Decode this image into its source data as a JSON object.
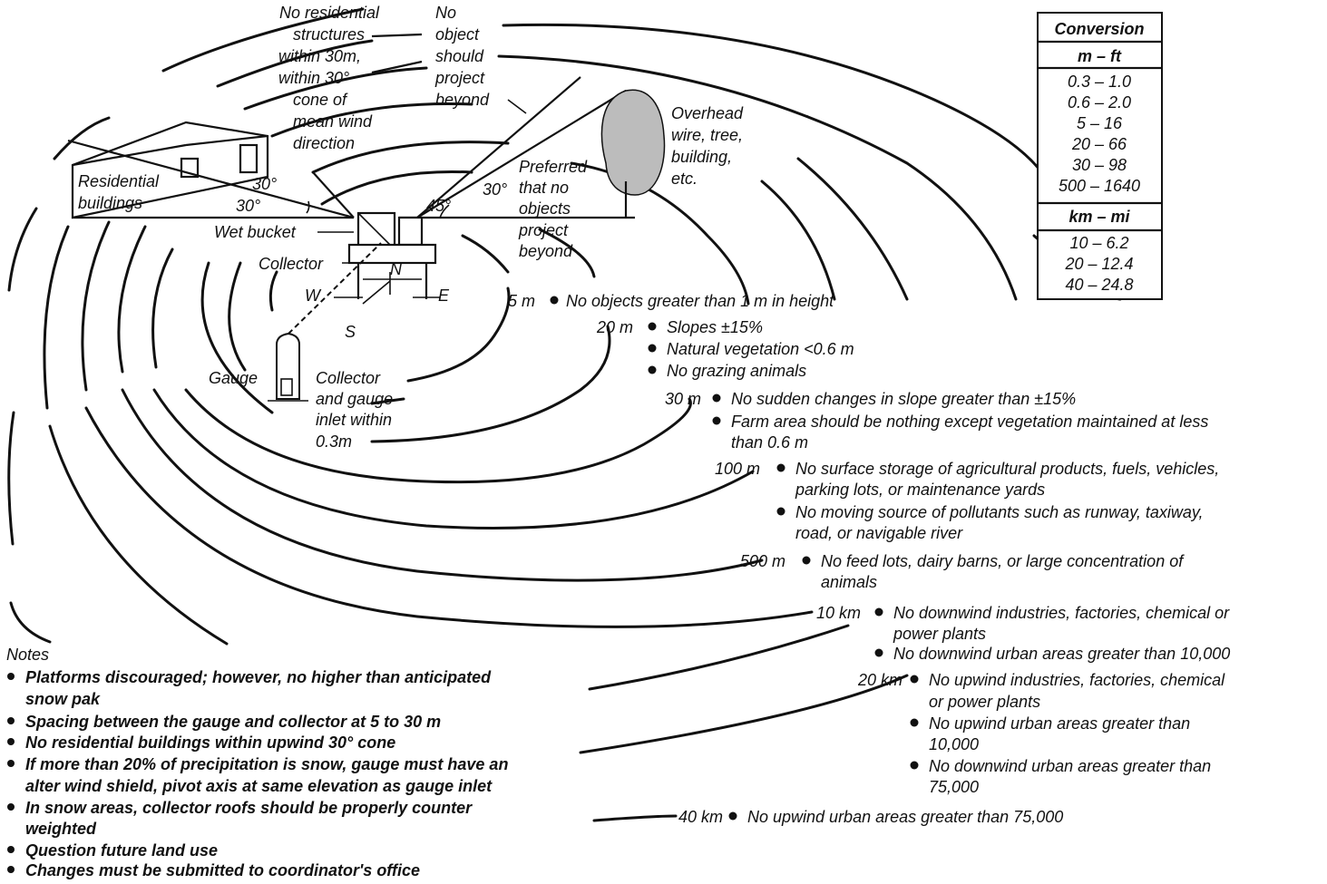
{
  "diagram": {
    "callouts": {
      "no_residential": [
        "No residential",
        "structures",
        "within 30m,",
        "within 30°",
        "cone of",
        "mean wind",
        "direction"
      ],
      "no_object": [
        "No",
        "object",
        "should",
        "project",
        "beyond"
      ],
      "overhead": [
        "Overhead",
        "wire, tree,",
        "building,",
        "etc."
      ],
      "preferred": [
        "Preferred",
        "that no",
        "objects",
        "project",
        "beyond"
      ],
      "residential": [
        "Residential",
        "buildings"
      ],
      "angle_30_a": "30°",
      "angle_30_b": "30°",
      "angle_30_c": "30°",
      "angle_45": "45°",
      "wet_bucket": "Wet bucket",
      "collector": "Collector",
      "compass_n": "N",
      "compass_w": "W",
      "compass_e": "E",
      "compass_s": "S",
      "gauge": "Gauge",
      "collector_gauge": [
        "Collector",
        "and gauge",
        "inlet within",
        "0.3m"
      ]
    },
    "zones": [
      {
        "distance": "5 m",
        "items": [
          "No objects greater than 1 m in height"
        ]
      },
      {
        "distance": "20 m",
        "items": [
          "Slopes ±15%",
          "Natural vegetation <0.6 m",
          "No grazing animals"
        ]
      },
      {
        "distance": "30 m",
        "items": [
          "No sudden changes in slope greater than ±15%",
          "Farm area should be nothing except vegetation maintained at less",
          "than 0.6 m"
        ]
      },
      {
        "distance": "100 m",
        "items": [
          "No surface storage of agricultural products, fuels, vehicles,",
          "parking lots, or maintenance yards",
          "No moving source of pollutants such as runway, taxiway,",
          "road, or navigable river"
        ]
      },
      {
        "distance": "500 m",
        "items": [
          "No feed lots, dairy barns, or large concentration of",
          "animals"
        ]
      },
      {
        "distance": "10 km",
        "items": [
          "No downwind industries, factories, chemical or",
          "power plants",
          "No downwind urban areas greater than 10,000"
        ]
      },
      {
        "distance": "20 km",
        "items": [
          "No upwind industries, factories, chemical",
          "or power plants",
          "No upwind urban areas greater than",
          "10,000",
          "No downwind urban areas greater than",
          "75,000"
        ]
      },
      {
        "distance": "40 km",
        "items": [
          "No upwind urban areas greater than 75,000"
        ]
      }
    ],
    "notes": {
      "title": "Notes",
      "lines": [
        "Platforms discouraged; however, no higher than anticipated",
        "snow pak",
        "Spacing between the gauge and collector at 5 to 30 m",
        "No residential buildings within upwind 30°  cone",
        "If more than 20% of precipitation is snow, gauge must have an",
        "alter wind shield, pivot axis at same elevation as gauge inlet",
        "In snow areas, collector roofs should be properly counter",
        "weighted",
        "Question future land use",
        "Changes must be submitted to coordinator's office"
      ]
    },
    "conversion": {
      "title": "Conversion",
      "m_ft_header": "m – ft",
      "m_ft_rows": [
        "0.3 – 1.0",
        "0.6 – 2.0",
        "5 – 16",
        "20 – 66",
        "30 – 98",
        "500 – 1640"
      ],
      "km_mi_header": "km – mi",
      "km_mi_rows": [
        "10 – 6.2",
        "20 – 12.4",
        "40 – 24.8"
      ]
    }
  }
}
